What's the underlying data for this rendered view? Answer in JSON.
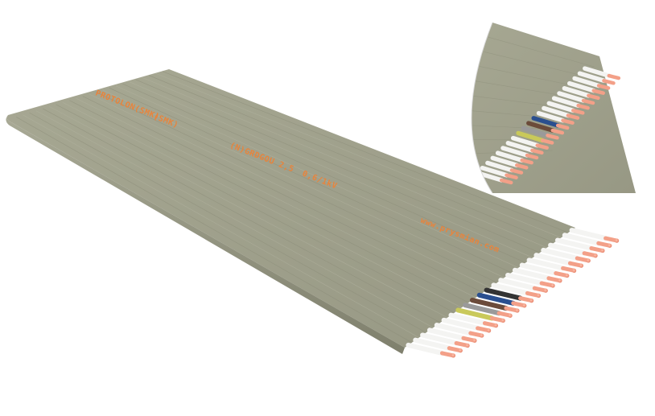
{
  "image": {
    "subject": "flat-cable",
    "colors": {
      "background": "#ffffff",
      "jacket": "#9fa08c",
      "jacket_dark": "#8e8f7b",
      "jacket_light": "#b3b4a1",
      "groove": "#8a8b77",
      "print": "#e8843c",
      "core_insulation": "#f4f4f2",
      "copper": "#f3a088",
      "copper_dark": "#e07f66",
      "number_text": "#222222"
    },
    "printed_segments": [
      "PROTOLON(SMK)",
      "(SMK)",
      "(N)GRDGOU 2,5",
      "0,6/1kV",
      "www.prysmian.com"
    ],
    "conductor_count": 24
  }
}
